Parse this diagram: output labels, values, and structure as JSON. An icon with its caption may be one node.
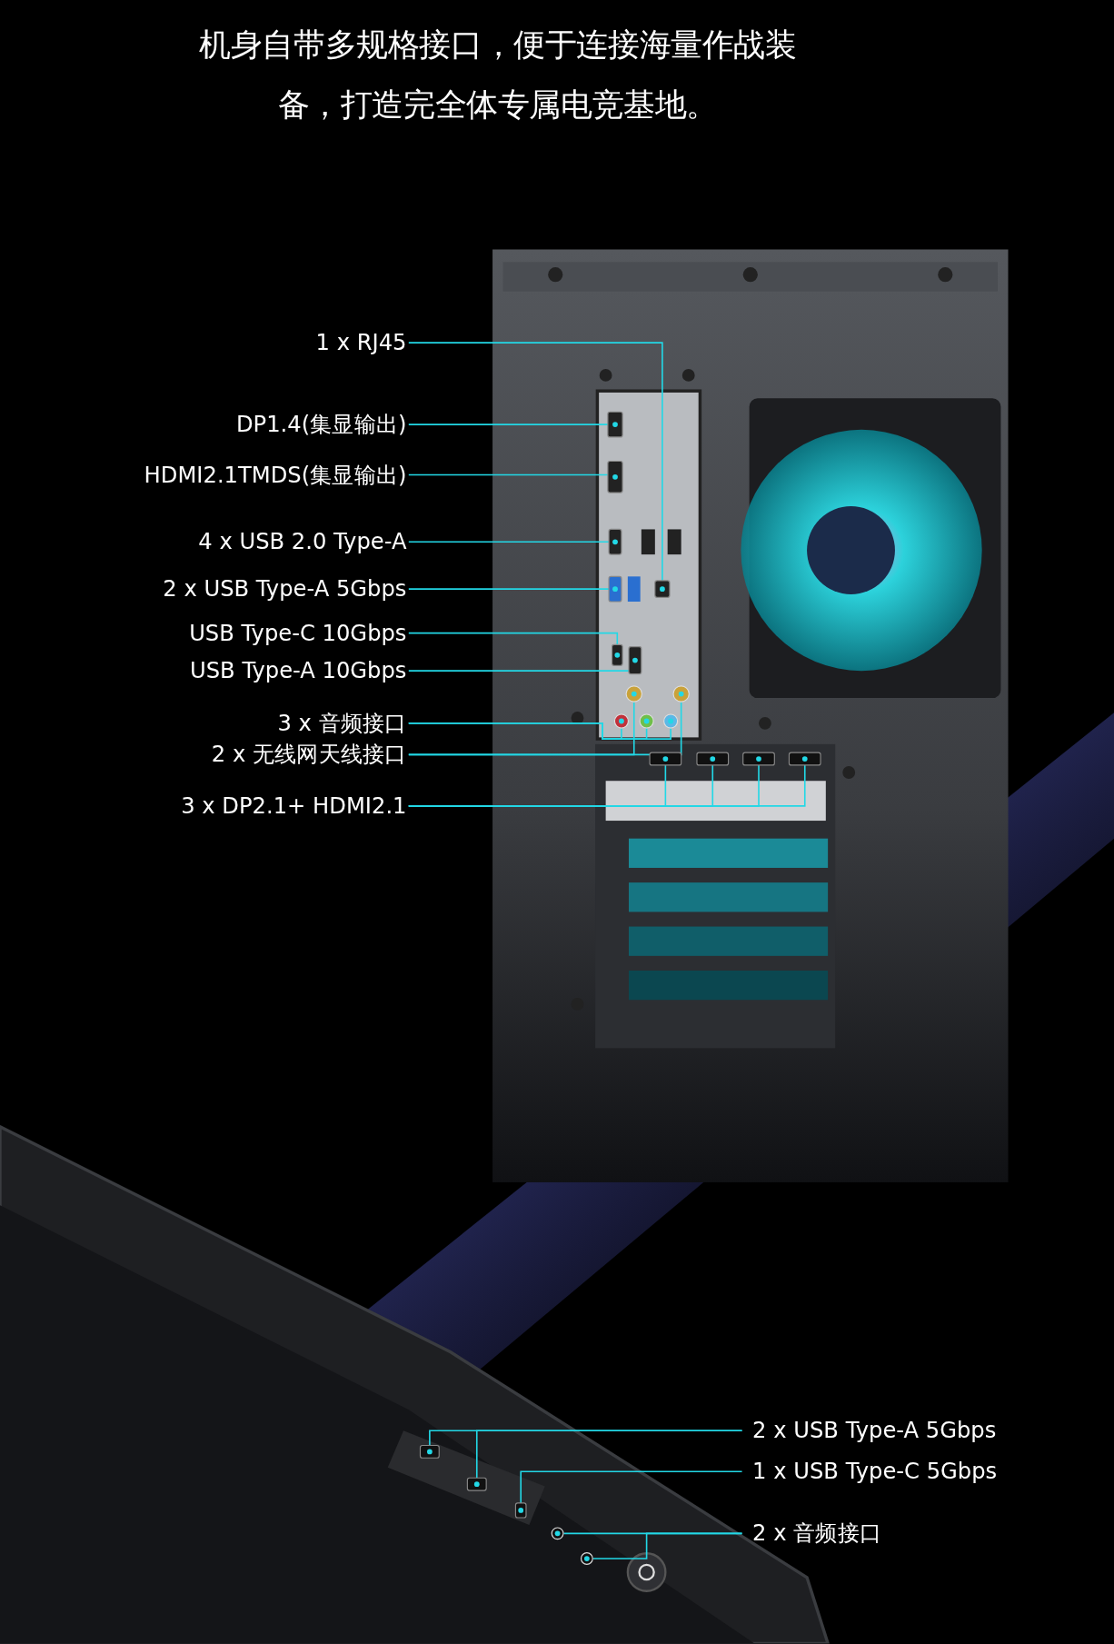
{
  "diagram": {
    "title": "机身自带多规格接口，便于连接海量作战装备，打造完全体专属电竞基地。",
    "nodes": [
      {
        "text": [
          "1 x RJ45"
        ]
      },
      {
        "text": [
          "DP1.4(集显输出)"
        ]
      },
      {
        "text": [
          "HDMI2.1TMDS(集显输出)"
        ]
      },
      {
        "text": [
          "4 x USB 2.0 Type-A"
        ]
      },
      {
        "text": [
          "2 x USB Type-A 5Gbps"
        ]
      },
      {
        "text": [
          "USB Type-C 10Gbps"
        ]
      },
      {
        "text": [
          "USB Type-A 10Gbps"
        ]
      },
      {
        "text": [
          "3 x 音频接口"
        ]
      },
      {
        "text": [
          "2 x 无线网天线接口"
        ]
      },
      {
        "text": [
          "3 x DP2.1+ HDMI2.1"
        ]
      },
      {
        "text": [
          "2 x USB Type-A 5Gbps"
        ]
      },
      {
        "text": [
          "1 x USB Type-C 5Gbps"
        ]
      },
      {
        "text": [
          "2 x 音频接口"
        ]
      },
      {
        "text": [],
        "shape": "box"
      },
      {
        "text": [],
        "shape": "box"
      },
      {
        "text": [],
        "shape": "box"
      },
      {
        "text": [],
        "shape": "box"
      },
      {
        "text": [],
        "shape": "box"
      },
      {
        "text": [],
        "shape": "box"
      },
      {
        "text": [],
        "shape": "box"
      },
      {
        "text": [],
        "shape": "circle"
      },
      {
        "text": [],
        "shape": "circle"
      },
      {
        "text": [],
        "shape": "circle"
      },
      {
        "text": [],
        "shape": "circle"
      },
      {
        "text": [],
        "shape": "circle"
      },
      {
        "text": [],
        "shape": "box"
      },
      {
        "text": [],
        "shape": "box"
      },
      {
        "text": [],
        "shape": "box"
      },
      {
        "text": [],
        "shape": "box"
      },
      {
        "text": [],
        "shape": "box"
      },
      {
        "text": [],
        "shape": "box"
      },
      {
        "text": [],
        "shape": "box"
      },
      {
        "text": [],
        "shape": "circle"
      },
      {
        "text": [],
        "shape": "circle"
      }
    ],
    "edges": [
      {
        "from": 0,
        "to": 13,
        "arrow": "none"
      },
      {
        "from": 1,
        "to": 14,
        "arrow": "none"
      },
      {
        "from": 2,
        "to": 15,
        "arrow": "none"
      },
      {
        "from": 3,
        "to": 16,
        "arrow": "none"
      },
      {
        "from": 4,
        "to": 17,
        "arrow": "none"
      },
      {
        "from": 5,
        "to": 18,
        "arrow": "none"
      },
      {
        "from": 6,
        "to": 19,
        "arrow": "none"
      },
      {
        "from": 7,
        "to": 20,
        "arrow": "none"
      },
      {
        "from": 7,
        "to": 21,
        "arrow": "none"
      },
      {
        "from": 7,
        "to": 22,
        "arrow": "none"
      },
      {
        "from": 8,
        "to": 23,
        "arrow": "none"
      },
      {
        "from": 8,
        "to": 24,
        "arrow": "none"
      },
      {
        "from": 9,
        "to": 25,
        "arrow": "none"
      },
      {
        "from": 9,
        "to": 26,
        "arrow": "none"
      },
      {
        "from": 9,
        "to": 27,
        "arrow": "none"
      },
      {
        "from": 9,
        "to": 28,
        "arrow": "none"
      },
      {
        "from": 10,
        "to": 29,
        "arrow": "none"
      },
      {
        "from": 10,
        "to": 30,
        "arrow": "none"
      },
      {
        "from": 11,
        "to": 31,
        "arrow": "none"
      },
      {
        "from": 12,
        "to": 32,
        "arrow": "none"
      },
      {
        "from": 12,
        "to": 33,
        "arrow": "none"
      }
    ]
  }
}
